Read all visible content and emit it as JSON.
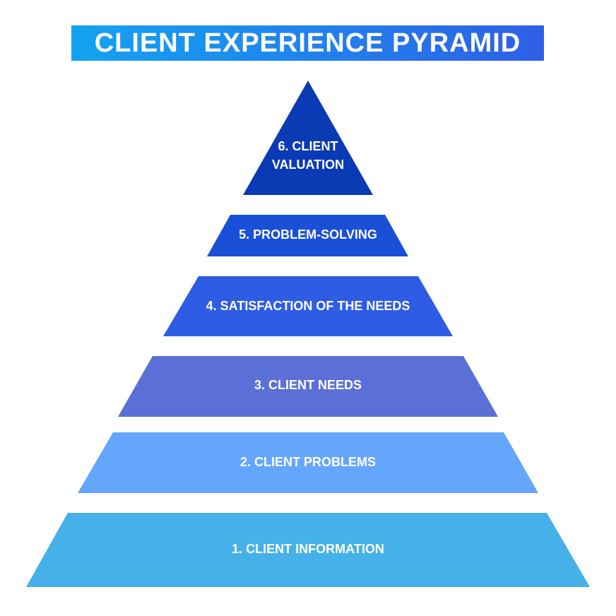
{
  "title": "CLIENT EXPERIENCE PYRAMID",
  "levels": [
    {
      "label_lines": [
        "1. CLIENT INFORMATION"
      ],
      "color": "#45b1e8"
    },
    {
      "label_lines": [
        "2. CLIENT PROBLEMS"
      ],
      "color": "#64a6fb"
    },
    {
      "label_lines": [
        "3. CLIENT NEEDS"
      ],
      "color": "#5b70d6"
    },
    {
      "label_lines": [
        "4. SATISFACTION OF THE NEEDS"
      ],
      "color": "#2f5ce5"
    },
    {
      "label_lines": [
        "5. PROBLEM-SOLVING"
      ],
      "color": "#1a4fd8"
    },
    {
      "label_lines": [
        "6. CLIENT",
        "VALUATION"
      ],
      "color": "#0b3ab5"
    }
  ]
}
